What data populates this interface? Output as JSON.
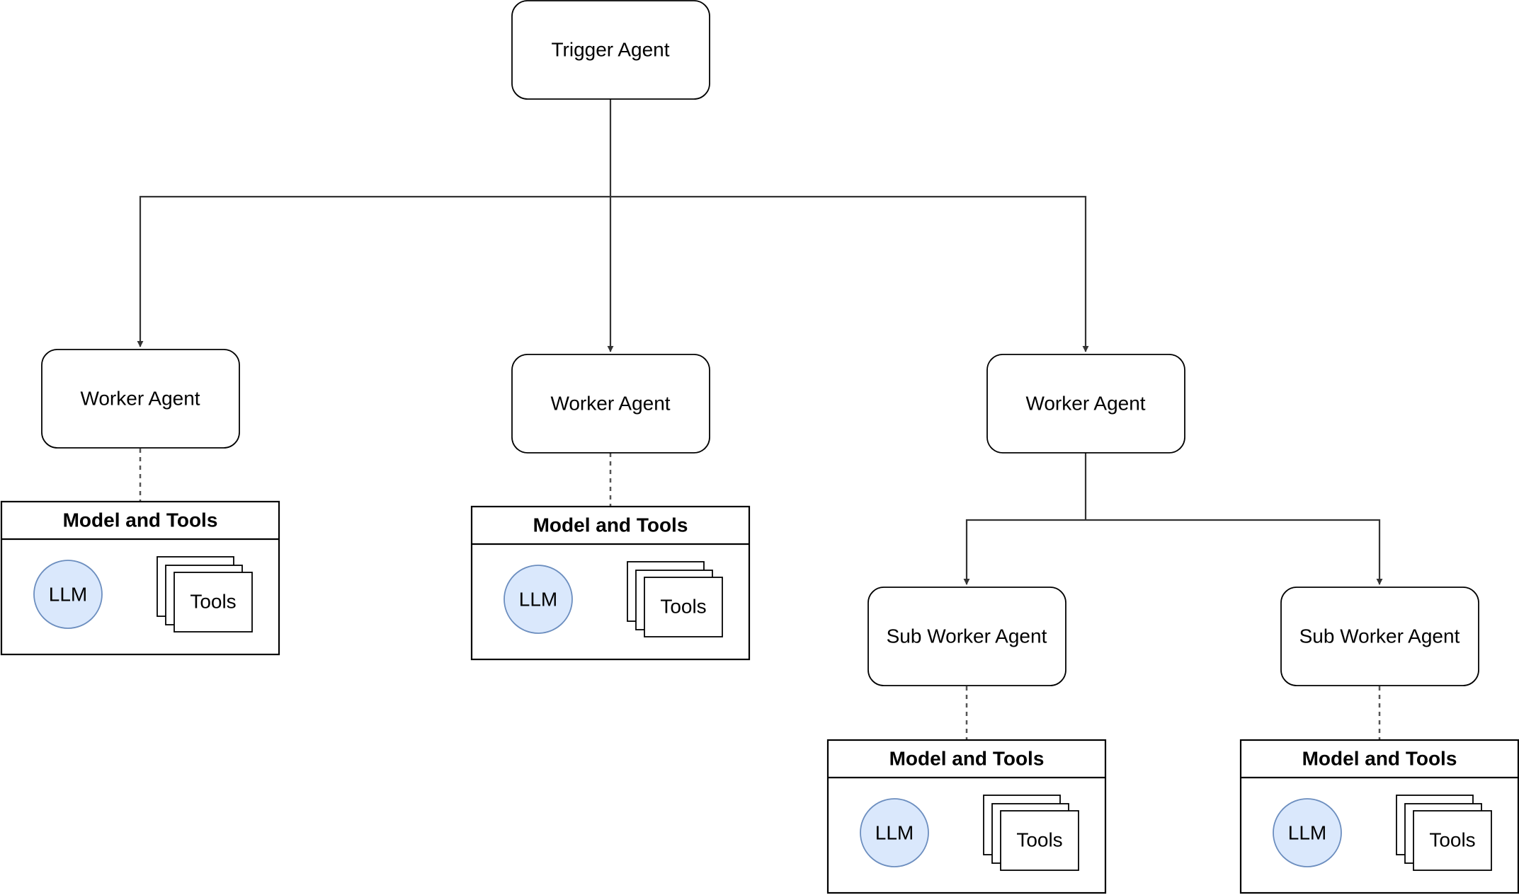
{
  "nodes": {
    "trigger": "Trigger Agent",
    "worker_1": "Worker Agent",
    "worker_2": "Worker Agent",
    "worker_3": "Worker Agent",
    "sub_worker_1": "Sub Worker Agent",
    "sub_worker_2": "Sub Worker Agent"
  },
  "model_boxes": [
    {
      "title": "Model and Tools",
      "llm": "LLM",
      "tools": "Tools"
    },
    {
      "title": "Model and Tools",
      "llm": "LLM",
      "tools": "Tools"
    },
    {
      "title": "Model and Tools",
      "llm": "LLM",
      "tools": "Tools"
    },
    {
      "title": "Model and Tools",
      "llm": "LLM",
      "tools": "Tools"
    }
  ],
  "colors": {
    "llm_fill": "#dae8fc",
    "llm_stroke": "#6c8ebf",
    "edge": "#333333"
  }
}
